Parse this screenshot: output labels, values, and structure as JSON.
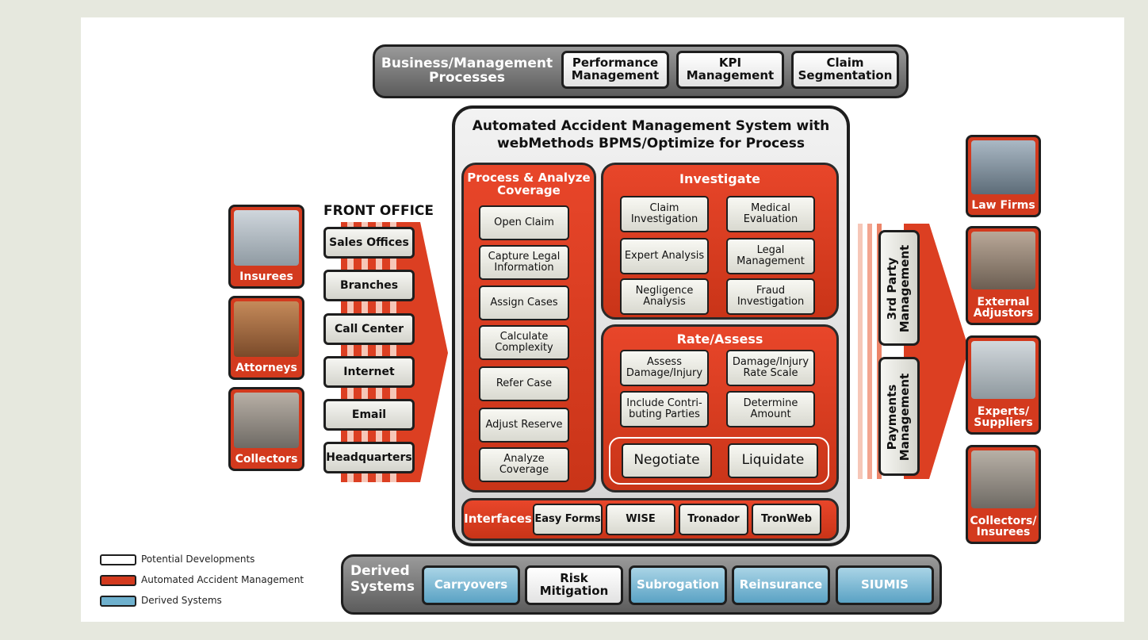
{
  "business": {
    "title": "Business/Management Processes",
    "items": [
      "Performance Management",
      "KPI Management",
      "Claim Segmentation"
    ]
  },
  "system": {
    "title_line1": "Automated Accident Management System with",
    "title_line2": "webMethods BPMS/Optimize for Process"
  },
  "process": {
    "title": "Process & Analyze Coverage",
    "items": [
      "Open Claim",
      "Capture Legal Information",
      "Assign Cases",
      "Calculate Complexity",
      "Refer Case",
      "Adjust Reserve",
      "Analyze Coverage"
    ]
  },
  "investigate": {
    "title": "Investigate",
    "items": [
      "Claim Investigation",
      "Medical Evaluation",
      "Expert Analysis",
      "Legal Management",
      "Negligence Analysis",
      "Fraud Investigation"
    ]
  },
  "rate": {
    "title": "Rate/Assess",
    "items": [
      "Assess Damage/Injury",
      "Damage/Injury Rate Scale",
      "Include Contri-buting Parties",
      "Determine Amount"
    ],
    "actions": [
      "Negotiate",
      "Liquidate"
    ]
  },
  "interfaces": {
    "title": "Interfaces",
    "items": [
      "Easy Forms",
      "WISE",
      "Tronador",
      "TronWeb"
    ]
  },
  "front_office": {
    "title": "FRONT OFFICE",
    "items": [
      "Sales Offices",
      "Branches",
      "Call Center",
      "Internet",
      "Email",
      "Headquarters"
    ]
  },
  "left_actors": [
    "Insurees",
    "Attorneys",
    "Collectors"
  ],
  "management": [
    "3rd Party Management",
    "Payments Management"
  ],
  "right_actors": [
    "Law Firms",
    "External Adjustors",
    "Experts/ Suppliers",
    "Collectors/ Insurees"
  ],
  "derived": {
    "title": "Derived Systems",
    "items": [
      "Carryovers",
      "Risk Mitigation",
      "Subrogation",
      "Reinsurance",
      "SIUMIS"
    ]
  },
  "legend": [
    "Potential Developments",
    "Automated Accident Management",
    "Derived Systems"
  ],
  "colors": {
    "red": "#d33a1e",
    "blue": "#5aa2c4",
    "gray": "#6e6e6e",
    "background": "#e6e8de"
  }
}
